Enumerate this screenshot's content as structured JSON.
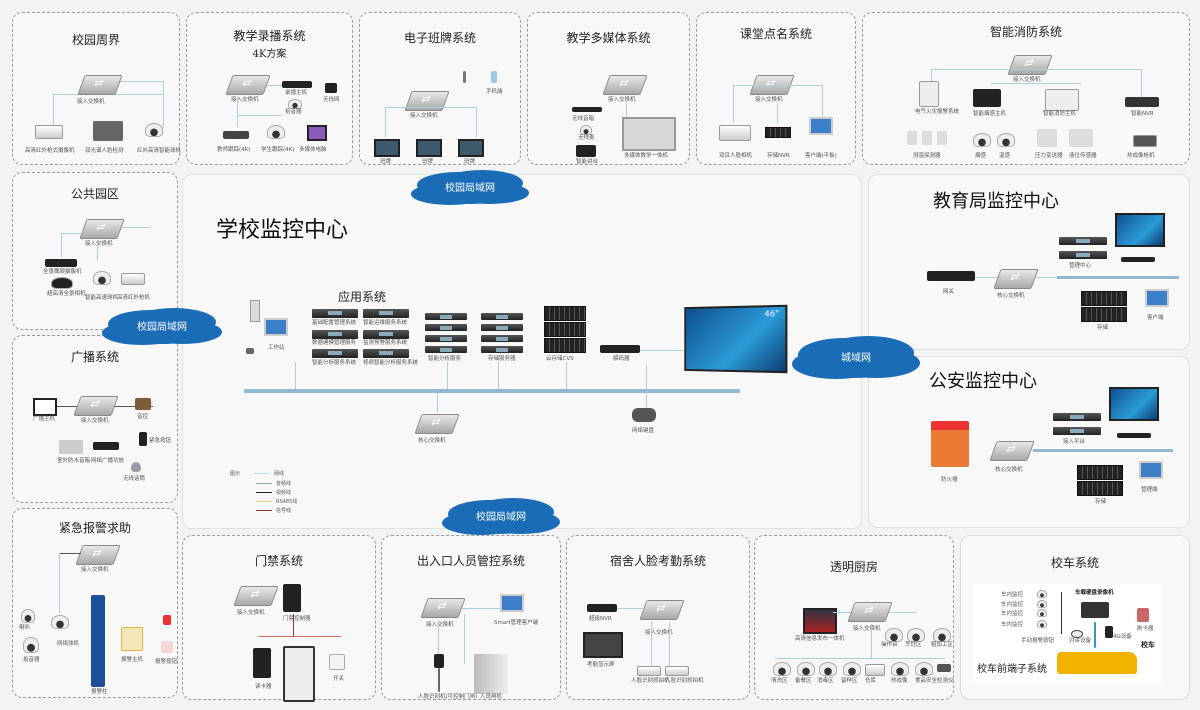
{
  "clouds": {
    "top": "校园局域网",
    "left": "校园局域网",
    "bottom": "校园局域网",
    "metro": "城域网"
  },
  "center": {
    "title": "学校监控中心",
    "app_title": "应用系统",
    "app_servers": [
      "基础配置管理系统",
      "智能运维服务系统",
      "数据建模管理服务",
      "监测预警服务系统",
      "智能分析服务系统",
      "视频智能分析服务系统"
    ],
    "labels": {
      "workstation": "工作站",
      "analysis_servers": "智能分析服务",
      "storage_servers": "存储服务器",
      "cloud_storage": "云存储CVS",
      "decoder": "解码器",
      "core_switch": "核心交换机",
      "keyboard": "网络键盘",
      "video_wall_size": "46\""
    },
    "legend": {
      "title": "图示",
      "items": [
        {
          "label": "网线",
          "color": "#bcd9ee"
        },
        {
          "label": "音频线",
          "color": "#9aa7a8"
        },
        {
          "label": "视频线",
          "color": "#222222"
        },
        {
          "label": "RS485线",
          "color": "#e7d48e"
        },
        {
          "label": "信号线",
          "color": "#8b3a3a"
        }
      ]
    }
  },
  "panels": {
    "perimeter": {
      "title": "校园周界",
      "switch": "接入交换机",
      "devices": [
        "高清红外枪式摄像机",
        "双光谱人脸检测",
        "红外高清智能球机"
      ]
    },
    "recording": {
      "title": "教学录播系统",
      "subtitle": "4K方案",
      "switch": "接入交换机",
      "devices": [
        "录播主机",
        "拾音器",
        "无线网",
        "教师跟踪(4K)",
        "学生跟踪(4K)",
        "多媒体电脑"
      ]
    },
    "eclass": {
      "title": "电子班牌系统",
      "switch": "接入交换机",
      "devices": [
        "班牌",
        "班牌",
        "班牌",
        "手机端"
      ]
    },
    "multimedia": {
      "title": "教学多媒体系统",
      "switch": "接入交换机",
      "devices": [
        "无线音箱",
        "无线麦",
        "多媒体教学一体机",
        "智能讲台"
      ]
    },
    "rollcall": {
      "title": "课堂点名系统",
      "switch": "接入交换机",
      "devices": [
        "双目人脸相机",
        "存储NVR",
        "客户端(平板)"
      ]
    },
    "fire": {
      "title": "智能消防系统",
      "switch": "接入交换机",
      "devices": [
        "电气火灾报警系统",
        "智能烟感主机",
        "智能消防主机",
        "智能NVR",
        "测温探测器",
        "烟感",
        "温感",
        "压力变送器",
        "液位传感器",
        "热成像枪机"
      ]
    },
    "public": {
      "title": "公共园区",
      "switch": "接入交换机",
      "devices": [
        "全景鹰眼摄像机",
        "超高清全景相机",
        "智能高速球机",
        "高清红外枪机"
      ]
    },
    "broadcast": {
      "title": "广播系统",
      "switch": "接入交换机",
      "devices": [
        "广播主机",
        "音控",
        "室外防水音箱",
        "网络广播功放",
        "无线话筒",
        "紧急按钮"
      ]
    },
    "emergency": {
      "title": "紧急报警求助",
      "switch": "接入交换机",
      "devices": [
        "喇叭",
        "网络球机",
        "报警柱",
        "拾音器",
        "报警主机",
        "报警按钮"
      ]
    },
    "access": {
      "title": "门禁系统",
      "switch": "接入交换机",
      "devices": [
        "门禁控制器",
        "读卡器",
        "开关"
      ]
    },
    "entrance": {
      "title": "出入口人员管控系统",
      "switch": "接入交换机",
      "devices": [
        "Smart管理客户端",
        "人脸识别机(可控制门闸)",
        "人员闸机"
      ]
    },
    "dorm": {
      "title": "宿舍人脸考勤系统",
      "switch": "接入交换机",
      "devices": [
        "超级NVR",
        "考勤显示屏",
        "人脸识别抓拍机",
        "人脸识别抓拍机"
      ]
    },
    "kitchen": {
      "title": "透明厨房",
      "switch": "接入交换机",
      "devices": [
        "高清信息发布一体机",
        "操作台",
        "烹饪区",
        "粗加工区",
        "清洗区",
        "备餐区",
        "消毒区",
        "留样区",
        "仓库",
        "热成像",
        "食品安全检测仪"
      ]
    },
    "bus": {
      "title": "校车系统",
      "subsystem": "校车前端子系统",
      "recorder": "车载硬盘录像机",
      "bus_label": "校车",
      "devices": [
        "车内监控",
        "车内监控",
        "车内监控",
        "车内监控",
        "手动报警按钮",
        "对讲设备",
        "刷卡器",
        "4G设备"
      ]
    },
    "edu": {
      "title": "教育局监控中心",
      "devices": [
        "网关",
        "核心交换机",
        "管理中心",
        "存储",
        "客户端"
      ]
    },
    "police": {
      "title": "公安监控中心",
      "devices": [
        "防火墙",
        "核心交换机",
        "接入平台",
        "存储",
        "管理端"
      ]
    }
  }
}
